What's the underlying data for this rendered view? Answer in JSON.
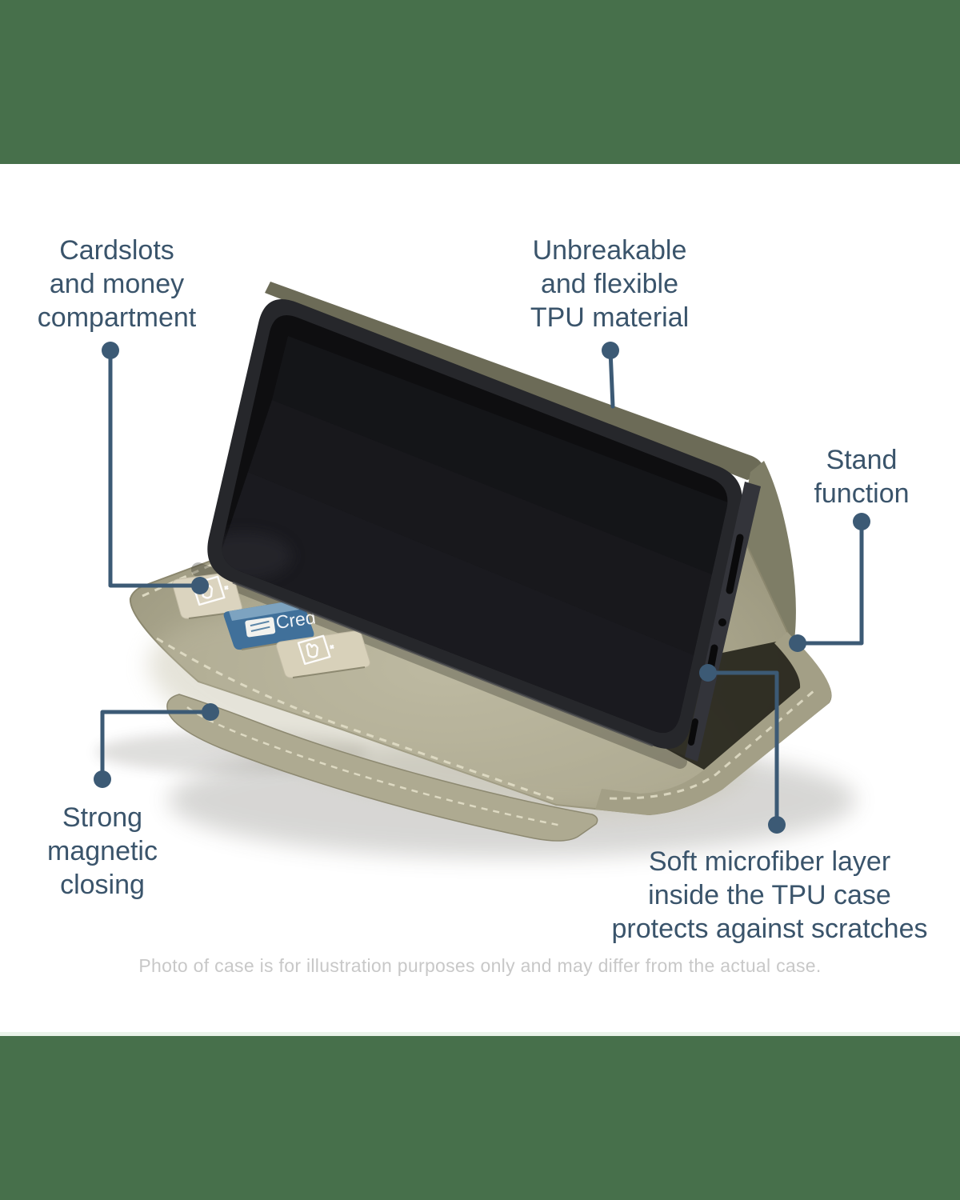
{
  "colors": {
    "bar_green": "#47704b",
    "label_text": "#3a546b",
    "leader_line": "#3c5a75",
    "disclaimer_text": "#c8c8c8",
    "case_olive": "#a6a289",
    "phone_dark": "#26272b"
  },
  "annotations": {
    "cardslots": "Cardslots\nand money\ncompartment",
    "tpu": "Unbreakable\nand flexible\nTPU material",
    "stand": "Stand\nfunction",
    "magnetic": "Strong\nmagnetic\nclosing",
    "microfiber": "Soft microfiber layer\ninside the TPU case\nprotects against scratches"
  },
  "disclaimer": "Photo of case is for illustration purposes only and may differ from the actual case.",
  "product": {
    "card_text": "Cred"
  }
}
